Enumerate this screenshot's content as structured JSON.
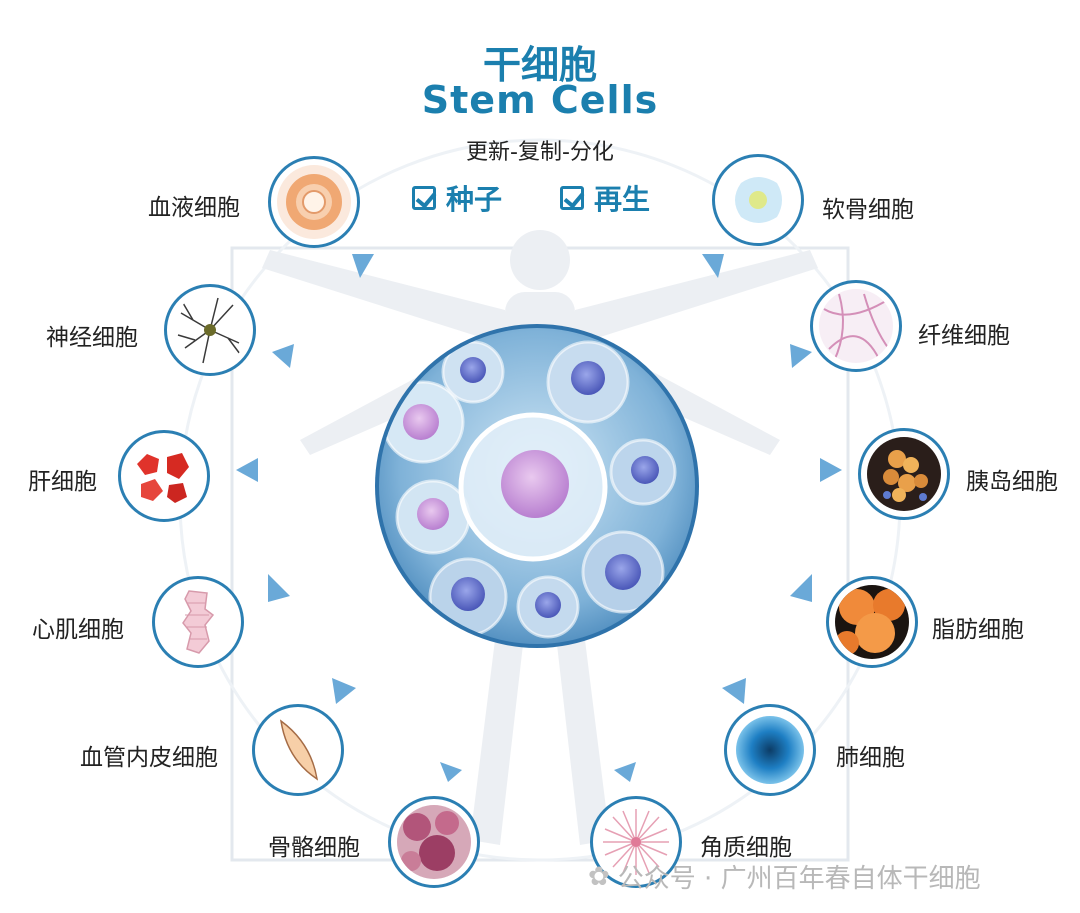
{
  "header": {
    "title_cn": "干细胞",
    "title_en": "Stem Cells",
    "subtitle": "更新-复制-分化",
    "checks": [
      "种子",
      "再生"
    ]
  },
  "cells_left": [
    {
      "label": "血液细胞",
      "icon": "blood-cell-icon"
    },
    {
      "label": "神经细胞",
      "icon": "nerve-cell-icon"
    },
    {
      "label": "肝细胞",
      "icon": "liver-cell-icon"
    },
    {
      "label": "心肌细胞",
      "icon": "cardiac-muscle-cell-icon"
    },
    {
      "label": "血管内皮细胞",
      "icon": "vascular-endothelial-cell-icon"
    },
    {
      "label": "骨骼细胞",
      "icon": "bone-cell-icon"
    }
  ],
  "cells_right": [
    {
      "label": "软骨细胞",
      "icon": "cartilage-cell-icon"
    },
    {
      "label": "纤维细胞",
      "icon": "fibroblast-icon"
    },
    {
      "label": "胰岛细胞",
      "icon": "islet-cell-icon"
    },
    {
      "label": "脂肪细胞",
      "icon": "fat-cell-icon"
    },
    {
      "label": "肺细胞",
      "icon": "lung-cell-icon"
    },
    {
      "label": "角质细胞",
      "icon": "keratinocyte-icon"
    }
  ],
  "watermark": "公众号 · 广州百年春自体干细胞",
  "colors": {
    "accent": "#1b7fae",
    "ring": "#2b7fb3",
    "arrow": "#6aa9d8"
  }
}
